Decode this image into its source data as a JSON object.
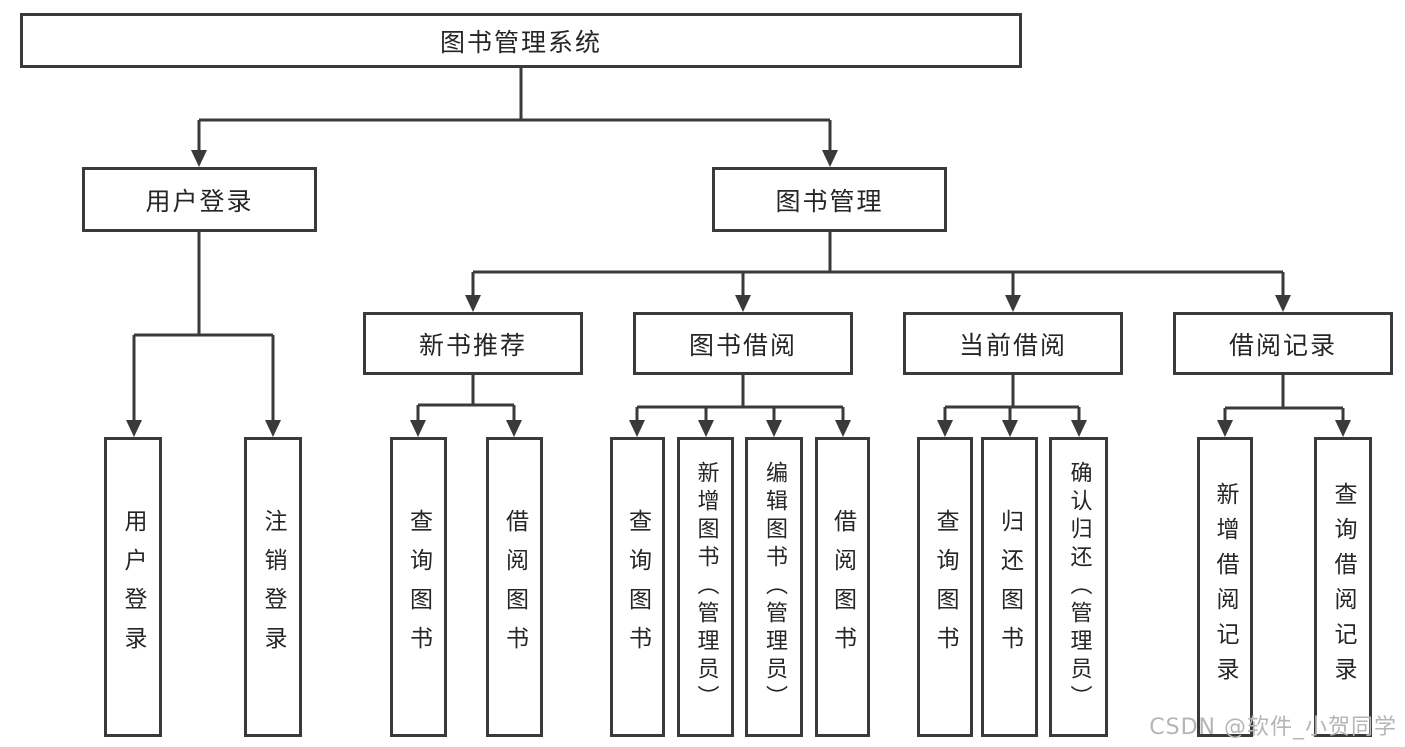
{
  "diagram": {
    "root": "图书管理系统",
    "branches": [
      {
        "label": "用户登录",
        "children": [
          {
            "label": "用户登录"
          },
          {
            "label": "注销登录"
          }
        ]
      },
      {
        "label": "图书管理",
        "children": [
          {
            "label": "新书推荐",
            "children": [
              {
                "label": "查询图书"
              },
              {
                "label": "借阅图书"
              }
            ]
          },
          {
            "label": "图书借阅",
            "children": [
              {
                "label": "查询图书"
              },
              {
                "label": "新增图书（管理员）"
              },
              {
                "label": "编辑图书（管理员）"
              },
              {
                "label": "借阅图书"
              }
            ]
          },
          {
            "label": "当前借阅",
            "children": [
              {
                "label": "查询图书"
              },
              {
                "label": "归还图书"
              },
              {
                "label": "确认归还（管理员）"
              }
            ]
          },
          {
            "label": "借阅记录",
            "children": [
              {
                "label": "新增借阅记录"
              },
              {
                "label": "查询借阅记录"
              }
            ]
          }
        ]
      }
    ]
  },
  "watermark": "CSDN @软件_小贺同学",
  "colors": {
    "line": "#3a3a3a",
    "box_border": "#3a3a3a",
    "box_fill": "#ffffff",
    "text": "#262626",
    "watermark": "#b5b5b5",
    "background": "#ffffff"
  }
}
